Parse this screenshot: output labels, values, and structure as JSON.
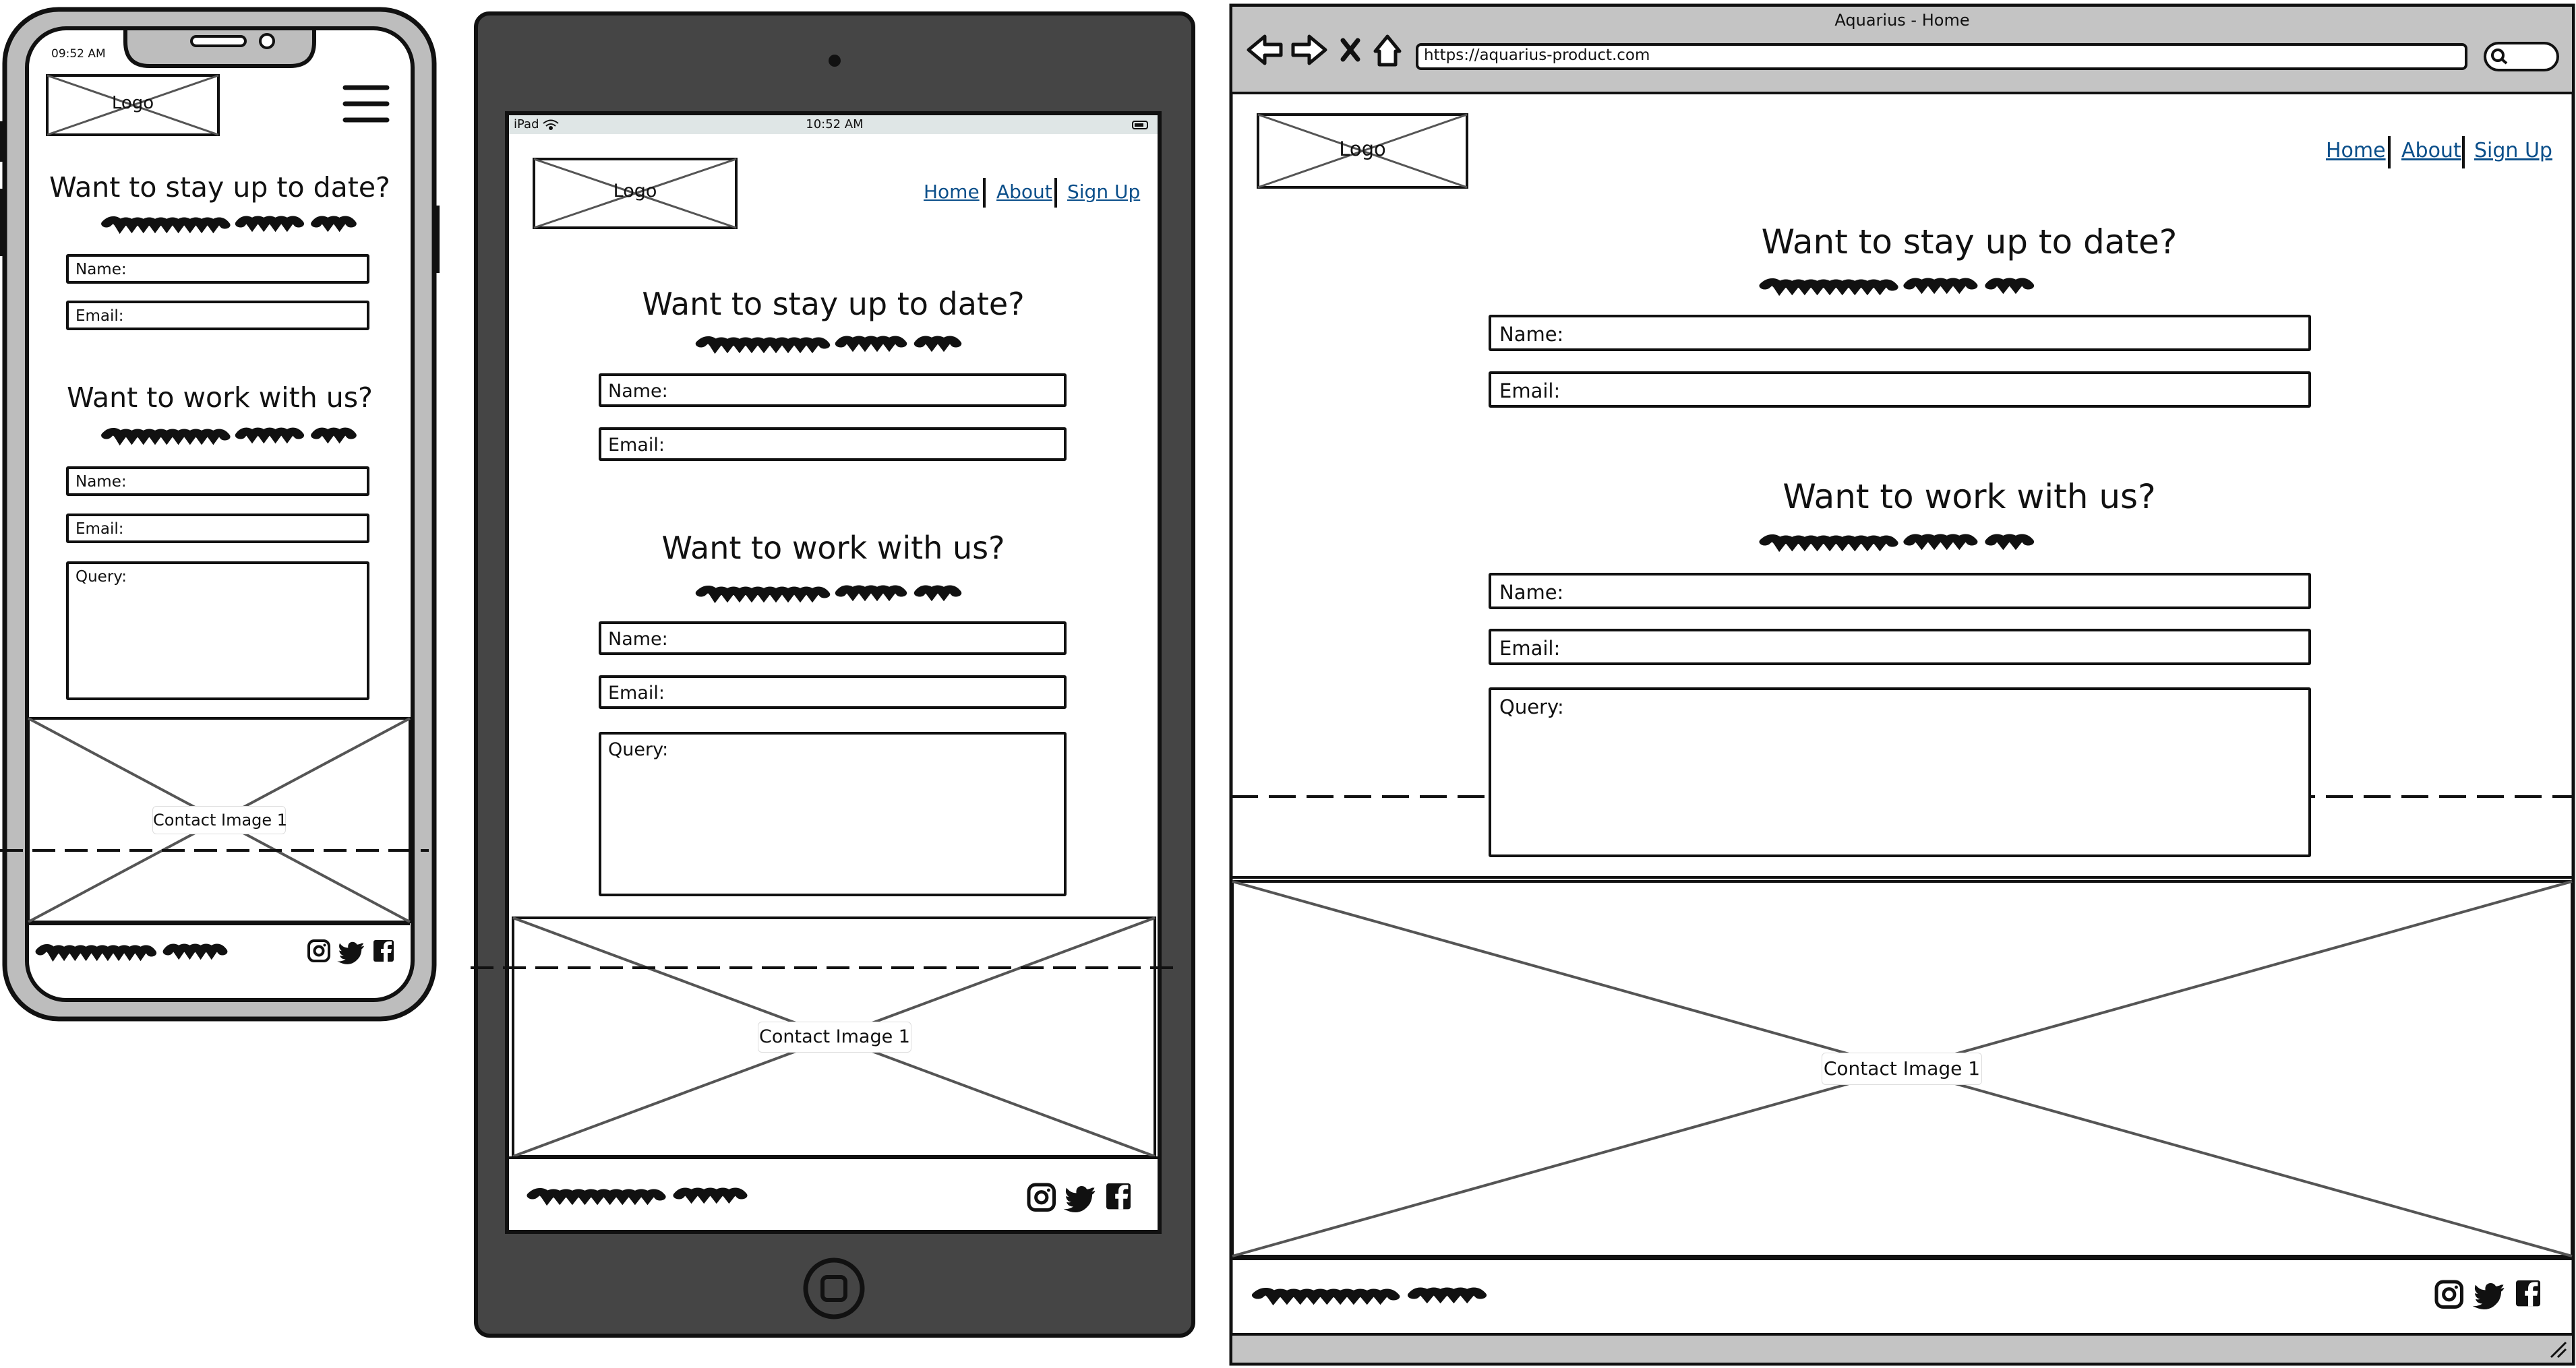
{
  "phone": {
    "time": "09:52 AM",
    "logo": "Logo",
    "stay": {
      "heading": "Want to stay up to date?",
      "name_label": "Name:",
      "email_label": "Email:"
    },
    "work": {
      "heading": "Want to work with us?",
      "name_label": "Name:",
      "email_label": "Email:",
      "query_label": "Query:"
    },
    "contact_image": "Contact Image 1"
  },
  "tablet": {
    "carrier": "iPad",
    "time": "10:52 AM",
    "logo": "Logo",
    "nav": {
      "home": "Home",
      "about": "About",
      "signup": "Sign Up"
    },
    "stay": {
      "heading": "Want to stay up to date?",
      "name_label": "Name:",
      "email_label": "Email:"
    },
    "work": {
      "heading": "Want to work with us?",
      "name_label": "Name:",
      "email_label": "Email:",
      "query_label": "Query:"
    },
    "contact_image": "Contact Image 1"
  },
  "browser": {
    "window_title": "Aquarius - Home",
    "url": "https://aquarius-product.com",
    "logo": "Logo",
    "nav": {
      "home": "Home",
      "about": "About",
      "signup": "Sign Up"
    },
    "stay": {
      "heading": "Want to stay up to date?",
      "name_label": "Name:",
      "email_label": "Email:"
    },
    "work": {
      "heading": "Want to work with us?",
      "name_label": "Name:",
      "email_label": "Email:",
      "query_label": "Query:"
    },
    "contact_image": "Contact Image 1"
  },
  "icons": {
    "social": [
      "instagram-icon",
      "twitter-icon",
      "facebook-icon"
    ],
    "browser_controls": [
      "back-arrow-icon",
      "forward-arrow-icon",
      "close-x-icon",
      "home-icon",
      "search-icon"
    ]
  },
  "colors": {
    "device_frame_phone": "#bdbdbd",
    "device_frame_tablet": "#454545",
    "browser_chrome": "#c4c4c4",
    "status_bar_tablet": "#dfe6e6",
    "link": "#0b4f8a",
    "ink": "#111111"
  }
}
